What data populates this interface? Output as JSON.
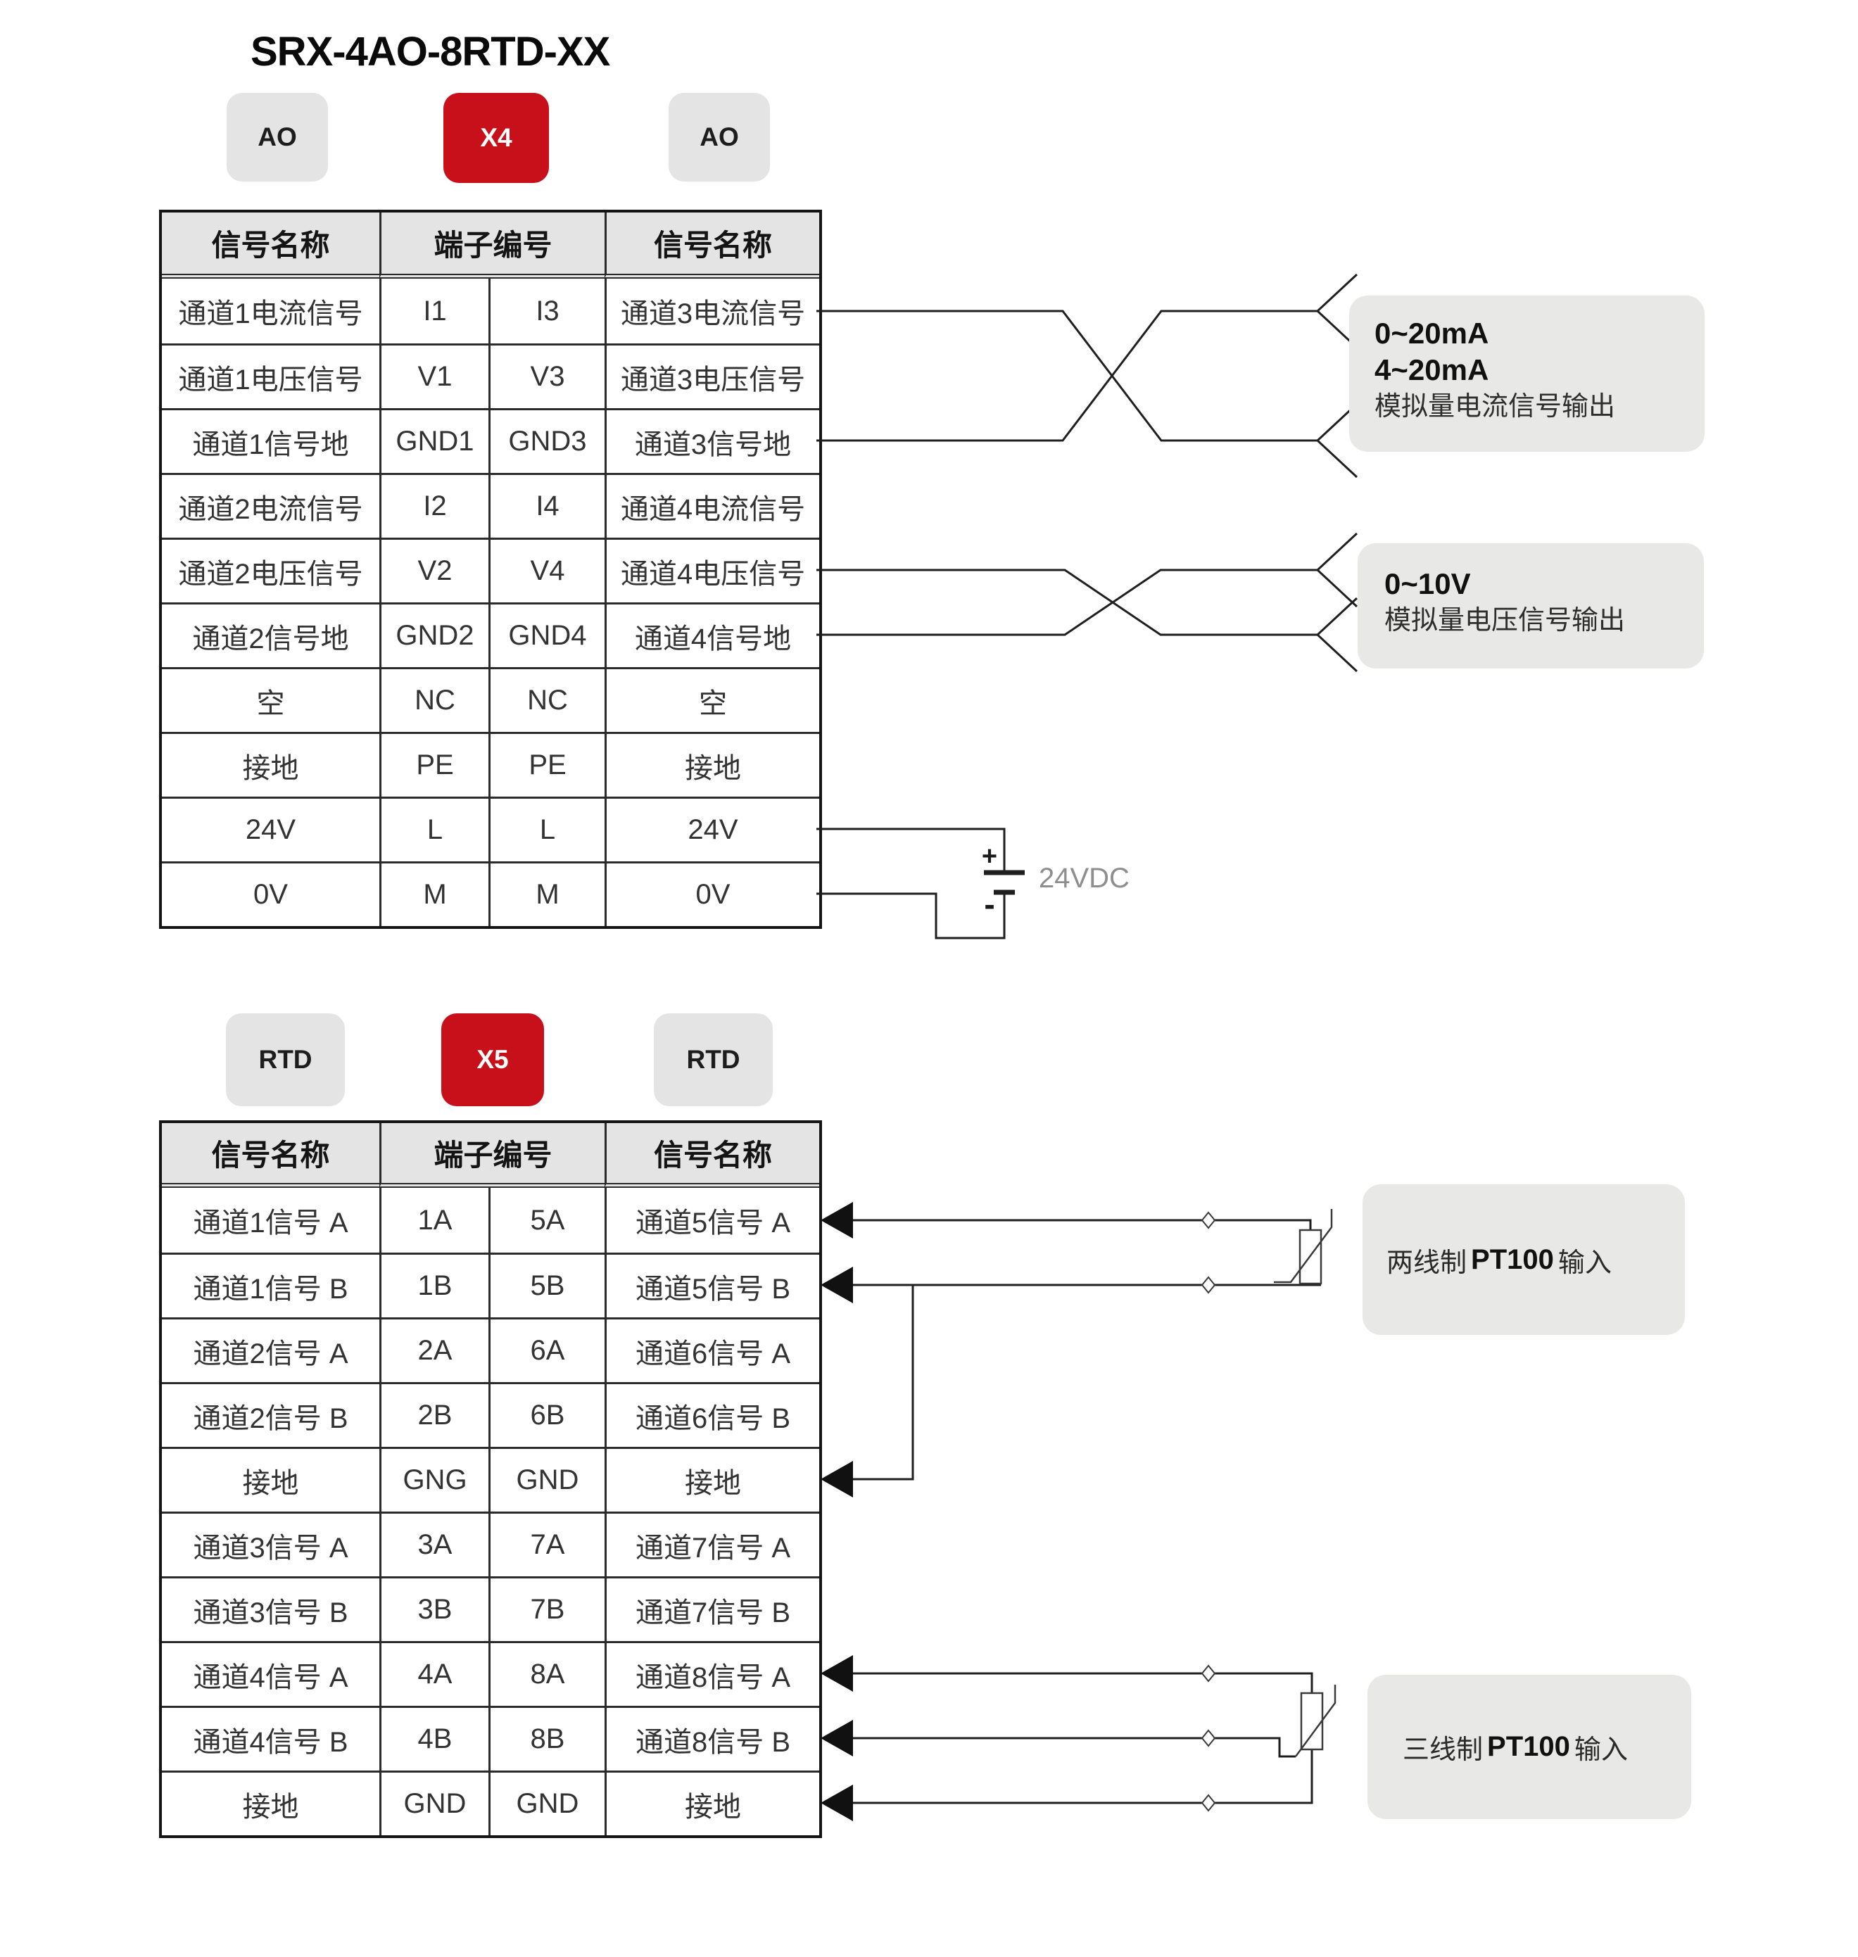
{
  "title": "SRX-4AO-8RTD-XX",
  "colors": {
    "badge_red": "#c8101a",
    "badge_gray": "#e4e4e4",
    "annotation_gray": "#e8e8e7",
    "wire": "#1f1f1f"
  },
  "ao": {
    "badges": [
      "AO",
      "X4",
      "AO"
    ],
    "table": {
      "headers": [
        "信号名称",
        "端子编号",
        "信号名称"
      ],
      "rows": [
        [
          "通道1电流信号",
          "I1",
          "I3",
          "通道3电流信号"
        ],
        [
          "通道1电压信号",
          "V1",
          "V3",
          "通道3电压信号"
        ],
        [
          "通道1信号地",
          "GND1",
          "GND3",
          "通道3信号地"
        ],
        [
          "通道2电流信号",
          "I2",
          "I4",
          "通道4电流信号"
        ],
        [
          "通道2电压信号",
          "V2",
          "V4",
          "通道4电压信号"
        ],
        [
          "通道2信号地",
          "GND2",
          "GND4",
          "通道4信号地"
        ],
        [
          "空",
          "NC",
          "NC",
          "空"
        ],
        [
          "接地",
          "PE",
          "PE",
          "接地"
        ],
        [
          "24V",
          "L",
          "L",
          "24V"
        ],
        [
          "0V",
          "M",
          "M",
          "0V"
        ]
      ]
    },
    "annotations": {
      "current": {
        "line1": "0~20mA",
        "line2": "4~20mA",
        "line3": "模拟量电流信号输出"
      },
      "voltage": {
        "line1": "0~10V",
        "line2": "模拟量电压信号输出"
      }
    },
    "battery": {
      "plus": "+",
      "minus": "-",
      "label": "24VDC"
    }
  },
  "rtd": {
    "badges": [
      "RTD",
      "X5",
      "RTD"
    ],
    "table": {
      "headers": [
        "信号名称",
        "端子编号",
        "信号名称"
      ],
      "rows": [
        [
          "通道1信号 A",
          "1A",
          "5A",
          "通道5信号 A"
        ],
        [
          "通道1信号 B",
          "1B",
          "5B",
          "通道5信号 B"
        ],
        [
          "通道2信号 A",
          "2A",
          "6A",
          "通道6信号 A"
        ],
        [
          "通道2信号 B",
          "2B",
          "6B",
          "通道6信号 B"
        ],
        [
          "接地",
          "GNG",
          "GND",
          "接地"
        ],
        [
          "通道3信号 A",
          "3A",
          "7A",
          "通道7信号 A"
        ],
        [
          "通道3信号 B",
          "3B",
          "7B",
          "通道7信号 B"
        ],
        [
          "通道4信号 A",
          "4A",
          "8A",
          "通道8信号 A"
        ],
        [
          "通道4信号 B",
          "4B",
          "8B",
          "通道8信号 B"
        ],
        [
          "接地",
          "GND",
          "GND",
          "接地"
        ]
      ]
    },
    "annotations": {
      "two_wire": {
        "prefix": "两线制",
        "bold": "PT100",
        "suffix": "输入"
      },
      "three_wire": {
        "prefix": "三线制",
        "bold": "PT100",
        "suffix": "输入"
      }
    }
  }
}
